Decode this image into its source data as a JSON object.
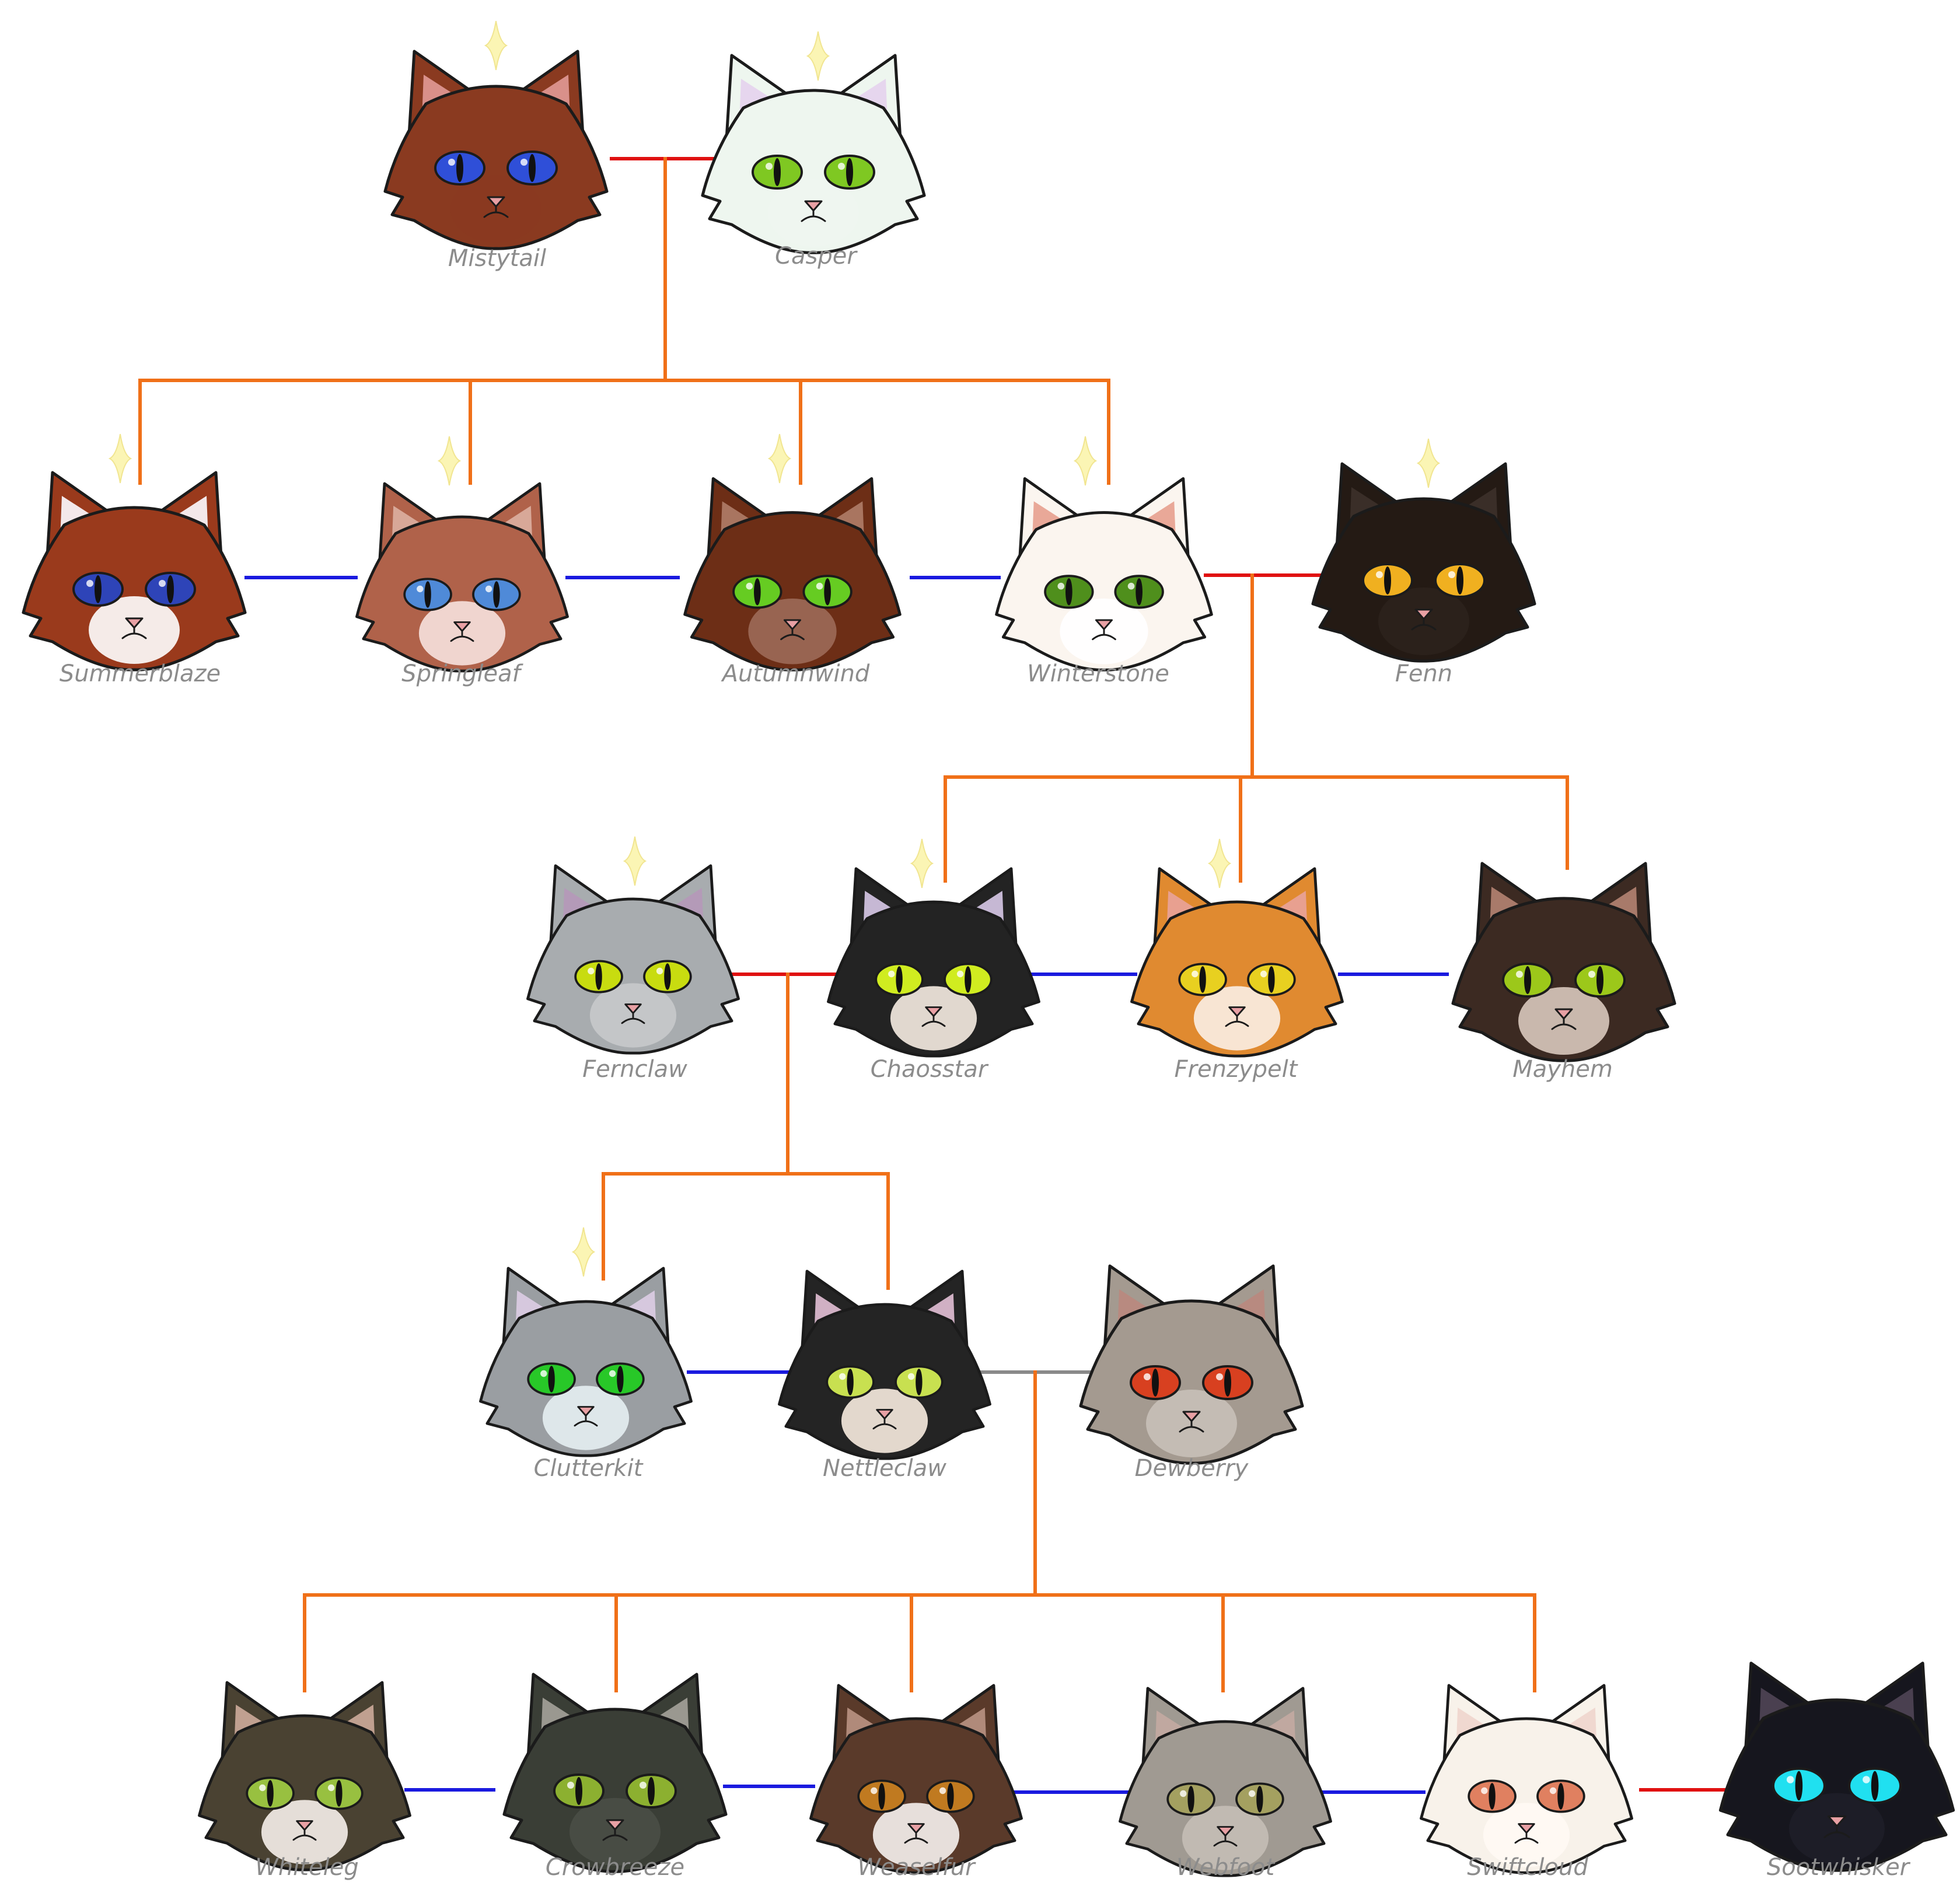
{
  "colors": {
    "mate": "#e01010",
    "sibling": "#1a1adf",
    "descent": "#f07018",
    "former_mate": "#8a8a8a",
    "star": "#fbf5b4",
    "name_text": "#8c8c8c"
  },
  "cats": [
    {
      "id": "mistytail",
      "name": "Mistytail",
      "star": true,
      "fur": "#8a3a20",
      "eyes": "#2f4fd8",
      "ears": "#d9908a",
      "chest": "#8a3a20"
    },
    {
      "id": "casper",
      "name": "Casper",
      "star": true,
      "fur": "#eef6ef",
      "eyes": "#7fc822",
      "ears": "#e6d6ee",
      "chest": "#eef6ef"
    },
    {
      "id": "summerblaze",
      "name": "Summerblaze",
      "star": true,
      "fur": "#9a3a1c",
      "eyes": "#2e44b8",
      "ears": "#f3e8ea",
      "chest": "#ffffff"
    },
    {
      "id": "springleaf",
      "name": "Springleaf",
      "star": true,
      "fur": "#b0624a",
      "eyes": "#4f8ad8",
      "ears": "#d8a898",
      "chest": "#f7e2de"
    },
    {
      "id": "autumnwind",
      "name": "Autumnwind",
      "star": true,
      "fur": "#6d2e16",
      "eyes": "#66cc22",
      "ears": "#a97560",
      "chest": "#9c6a58"
    },
    {
      "id": "winterstone",
      "name": "Winterstone",
      "star": true,
      "fur": "#fbf5ef",
      "eyes": "#4f8f1c",
      "ears": "#e9a898",
      "chest": "#ffffff"
    },
    {
      "id": "fenn",
      "name": "Fenn",
      "star": true,
      "fur": "#241a14",
      "eyes": "#f0b020",
      "ears": "#3a2e28",
      "chest": "#2c221c"
    },
    {
      "id": "fernclaw",
      "name": "Fernclaw",
      "star": true,
      "fur": "#a8acaf",
      "eyes": "#c8dc10",
      "ears": "#b49ab8",
      "chest": "#c6c9cb"
    },
    {
      "id": "chaosstar",
      "name": "Chaosstar",
      "star": true,
      "fur": "#232323",
      "eyes": "#d0ec20",
      "ears": "#c6b8d4",
      "chest": "#f6ece2"
    },
    {
      "id": "frenzypelt",
      "name": "Frenzypelt",
      "star": true,
      "fur": "#e08a30",
      "eyes": "#e8d020",
      "ears": "#e8a090",
      "chest": "#fbeee6"
    },
    {
      "id": "mayhem",
      "name": "Mayhem",
      "star": false,
      "fur": "#3c2a22",
      "eyes": "#9cc81a",
      "ears": "#a87a6a",
      "chest": "#d8c8bc"
    },
    {
      "id": "clutterkit",
      "name": "Clutterkit",
      "star": true,
      "fur": "#9a9ea2",
      "eyes": "#28c828",
      "ears": "#d6c8de",
      "chest": "#e6eef2"
    },
    {
      "id": "nettleclaw",
      "name": "Nettleclaw",
      "star": false,
      "fur": "#242424",
      "eyes": "#c8e050",
      "ears": "#d0b0c4",
      "chest": "#f8ece0"
    },
    {
      "id": "dewberry",
      "name": "Dewberry",
      "star": false,
      "fur": "#a49a90",
      "eyes": "#d84020",
      "ears": "#b88a80",
      "chest": "#c8c0b8"
    },
    {
      "id": "whiteleg",
      "name": "Whiteleg",
      "star": false,
      "fur": "#4a4232",
      "eyes": "#98c040",
      "ears": "#c0a090",
      "chest": "#f6f0ea"
    },
    {
      "id": "crowbreeze",
      "name": "Crowbreeze",
      "star": false,
      "fur": "#3a3e36",
      "eyes": "#8cb030",
      "ears": "#9a9890",
      "chest": "#4a4e46"
    },
    {
      "id": "weaselfur",
      "name": "Weaselfur",
      "star": false,
      "fur": "#5a3a2a",
      "eyes": "#c07a20",
      "ears": "#b08a7a",
      "chest": "#f6f2ee"
    },
    {
      "id": "webfoot",
      "name": "Webfoot",
      "star": false,
      "fur": "#a09a92",
      "eyes": "#a4a060",
      "ears": "#c0a8a0",
      "chest": "#c4beb6"
    },
    {
      "id": "swiftcloud",
      "name": "Swiftcloud",
      "star": false,
      "fur": "#f8f2ea",
      "eyes": "#e08060",
      "ears": "#f0d8d0",
      "chest": "#fffaf4"
    },
    {
      "id": "sootwhisker",
      "name": "Sootwhisker",
      "star": false,
      "fur": "#16161e",
      "eyes": "#20e0f0",
      "ears": "#4a4050",
      "chest": "#1e1e28"
    }
  ]
}
